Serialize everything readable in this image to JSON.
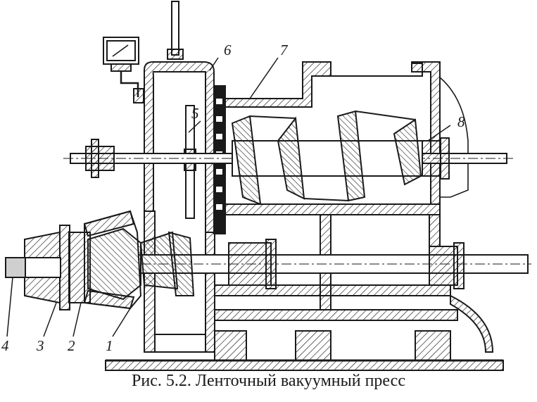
{
  "caption": "Рис. 5.2. Ленточный вакуумный пресс",
  "labels": {
    "l1": "1",
    "l2": "2",
    "l3": "3",
    "l4": "4",
    "l5": "5",
    "l6": "6",
    "l7": "7",
    "l8": "8"
  },
  "colors": {
    "ink": "#1a1a1a",
    "paper": "#ffffff"
  }
}
